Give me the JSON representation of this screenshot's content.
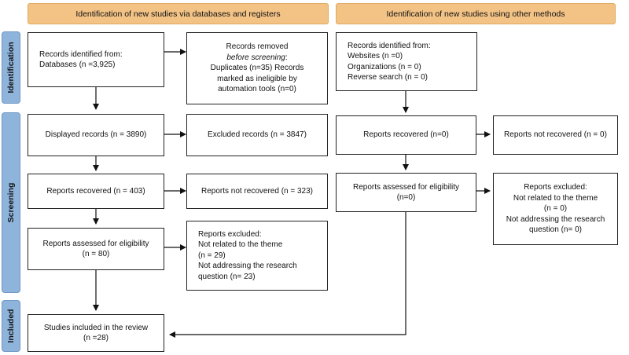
{
  "headers": {
    "left": "Identification of new studies via databases and registers",
    "right": "Identification of new studies using other methods"
  },
  "phases": {
    "identification": "Identification",
    "screening": "Screening",
    "included": "Included"
  },
  "left": {
    "identified": {
      "l1": "Records identified from:",
      "l2": "Databases (n =3,925)"
    },
    "removed": {
      "l1": "Records removed",
      "l2": "before screening",
      "l2_suffix": ":",
      "l3": "Duplicates (n=35) Records",
      "l4": "marked as ineligible by",
      "l5": "automation tools (n=0)"
    },
    "displayed": "Displayed records (n = 3890)",
    "excluded": "Excluded records (n = 3847)",
    "recovered": "Reports recovered (n = 403)",
    "not_recovered": "Reports not recovered (n = 323)",
    "assessed": {
      "l1": "Reports assessed for eligibility",
      "l2": "(n = 80)"
    },
    "reports_excluded": {
      "l1": "Reports excluded:",
      "l2": "Not related to the theme",
      "l3": "(n = 29)",
      "l4": "Not addressing the research",
      "l5": "question (n= 23)"
    },
    "included": {
      "l1": "Studies included in the review",
      "l2": "(n =28)"
    }
  },
  "right": {
    "identified": {
      "l1": "Records identified from:",
      "l2": "Websites (n =0)",
      "l3": "Organizations (n = 0)",
      "l4": "Reverse search (n = 0)"
    },
    "recovered": "Reports recovered (n=0)",
    "not_recovered": "Reports not recovered (n = 0)",
    "assessed": {
      "l1": "Reports assessed for eligibility",
      "l2": "(n=0)"
    },
    "reports_excluded": {
      "l1": "Reports excluded:",
      "l2": "Not related to the theme",
      "l3": "(n = 0)",
      "l4": "Not addressing the research",
      "l5": "question (n= 0)"
    }
  }
}
